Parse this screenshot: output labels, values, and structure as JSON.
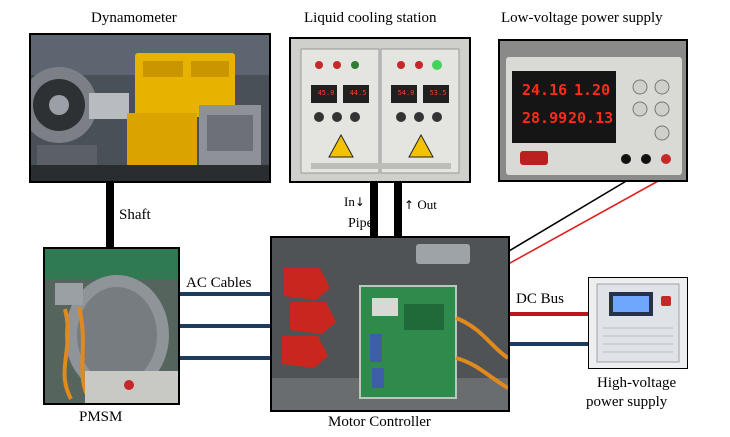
{
  "labels": {
    "dynamometer": "Dynamometer",
    "cooling": "Liquid cooling station",
    "lv_supply": "Low-voltage power supply",
    "shaft": "Shaft",
    "pipe_in": "In",
    "pipe_out": "Out",
    "pipes": "Pipes",
    "ac_cables": "AC Cables",
    "dc_bus": "DC Bus",
    "pmsm": "PMSM",
    "motor_controller": "Motor Controller",
    "hv_supply_line1": "High-voltage",
    "hv_supply_line2": "power supply"
  },
  "lv_display": {
    "readings": [
      "24.16",
      "1.20",
      "28.99",
      "20.13"
    ],
    "color": "#ff2a1a"
  },
  "cooling_display": {
    "readings": [
      "45.0",
      "44.5",
      "54.0",
      "53.5"
    ]
  },
  "colors": {
    "cable_blue": "#1f3a5f",
    "dc_red": "#c0141c",
    "lv_red": "#e02020",
    "lv_black": "#000000"
  }
}
